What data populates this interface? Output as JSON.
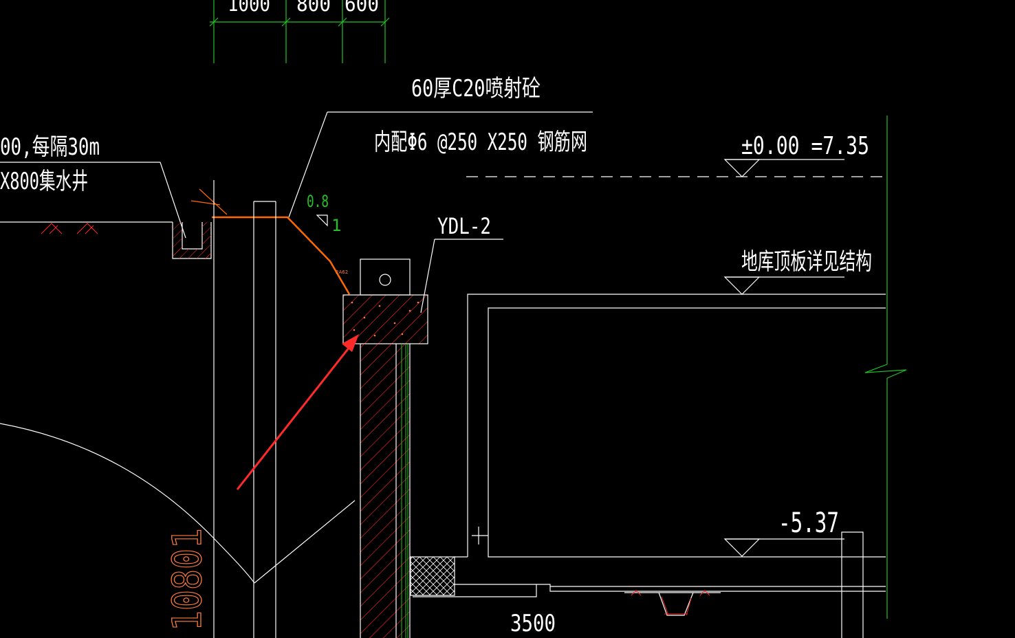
{
  "colors": {
    "background": "#000000",
    "line_white": "#ffffff",
    "dim_green": "#22c322",
    "hatch_red": "#ff2a2a",
    "orange": "#ff6a00",
    "arrow_red": "#ff2a2a",
    "orange_text": "#ff7a3c"
  },
  "dimensions": {
    "d1": "1000",
    "d2": "800",
    "d3": "600",
    "bottom": "3500",
    "vertical": "10801"
  },
  "notes": {
    "shotcrete_line1": "60厚C20喷射砼",
    "shotcrete_line2": "内配Φ6 @250 X250 钢筋网",
    "drain_line1": "00,每隔30m",
    "drain_line2": "X800集水井",
    "beam_label": "YDL-2",
    "roof_note": "地库顶板详见结构"
  },
  "slope": {
    "rise": "0.8",
    "run": "1"
  },
  "elevations": {
    "ground": "±0.00 =7.35",
    "basement_floor": "-5.37"
  }
}
